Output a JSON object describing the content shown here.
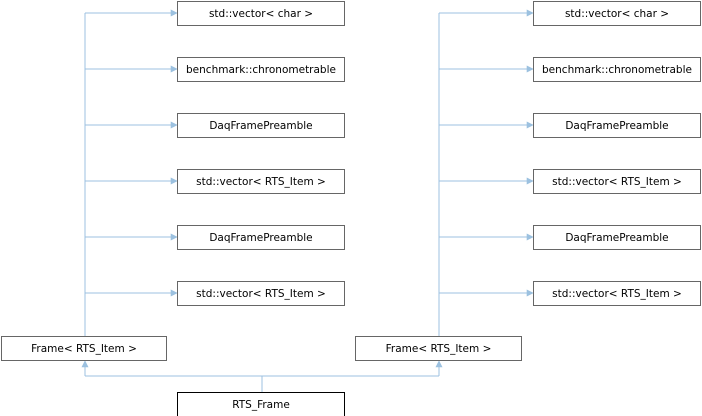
{
  "colors": {
    "edge": "#9cc1e0",
    "node_border": "#666666",
    "derived_border": "#000000"
  },
  "left_column": {
    "bases": [
      "std::vector< char >",
      "benchmark::chronometrable",
      "DaqFramePreamble",
      "std::vector< RTS_Item >",
      "DaqFramePreamble",
      "std::vector< RTS_Item >"
    ],
    "frame": "Frame< RTS_Item >"
  },
  "right_column": {
    "bases": [
      "std::vector< char >",
      "benchmark::chronometrable",
      "DaqFramePreamble",
      "std::vector< RTS_Item >",
      "DaqFramePreamble",
      "std::vector< RTS_Item >"
    ],
    "frame": "Frame< RTS_Item >"
  },
  "derived": "RTS_Frame"
}
